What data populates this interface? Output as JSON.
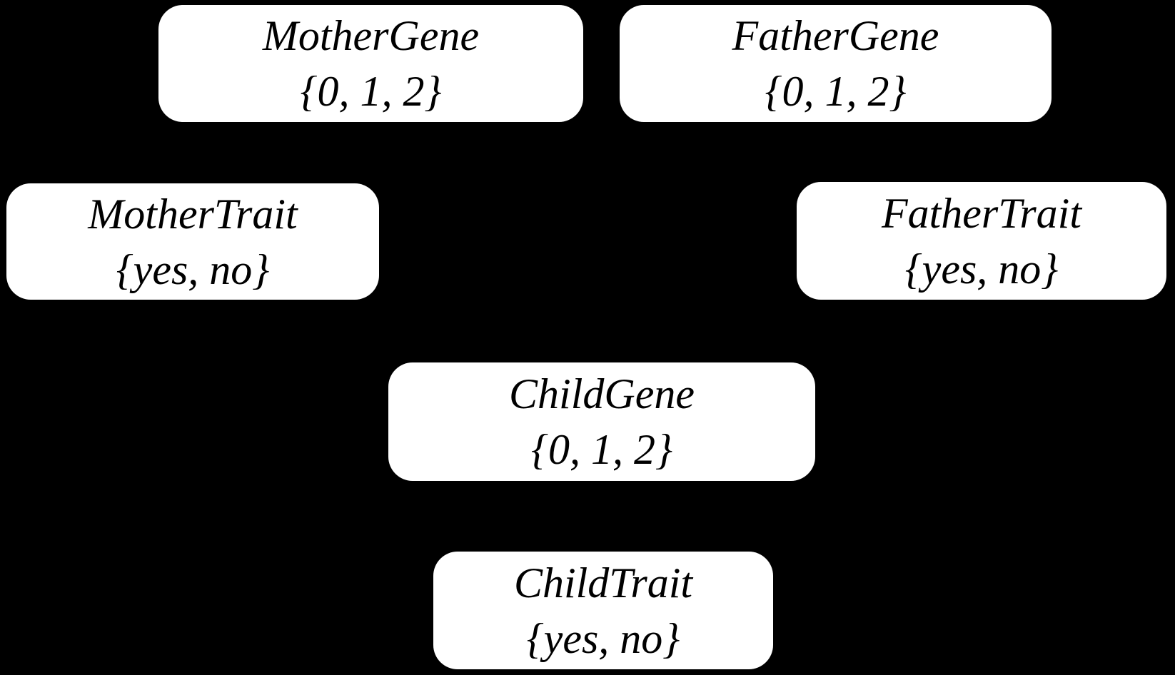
{
  "diagram": {
    "kind": "bayesian-network",
    "edges_visible": false
  },
  "colors": {
    "background": "#000000",
    "node_fill": "#ffffff",
    "node_text": "#000000"
  },
  "nodes": [
    {
      "id": "mother-gene",
      "label": "MotherGene",
      "domain": "{0, 1, 2}"
    },
    {
      "id": "father-gene",
      "label": "FatherGene",
      "domain": "{0, 1, 2}"
    },
    {
      "id": "mother-trait",
      "label": "MotherTrait",
      "domain": "{yes, no}"
    },
    {
      "id": "father-trait",
      "label": "FatherTrait",
      "domain": "{yes, no}"
    },
    {
      "id": "child-gene",
      "label": "ChildGene",
      "domain": "{0, 1, 2}"
    },
    {
      "id": "child-trait",
      "label": "ChildTrait",
      "domain": "{yes, no}"
    }
  ]
}
